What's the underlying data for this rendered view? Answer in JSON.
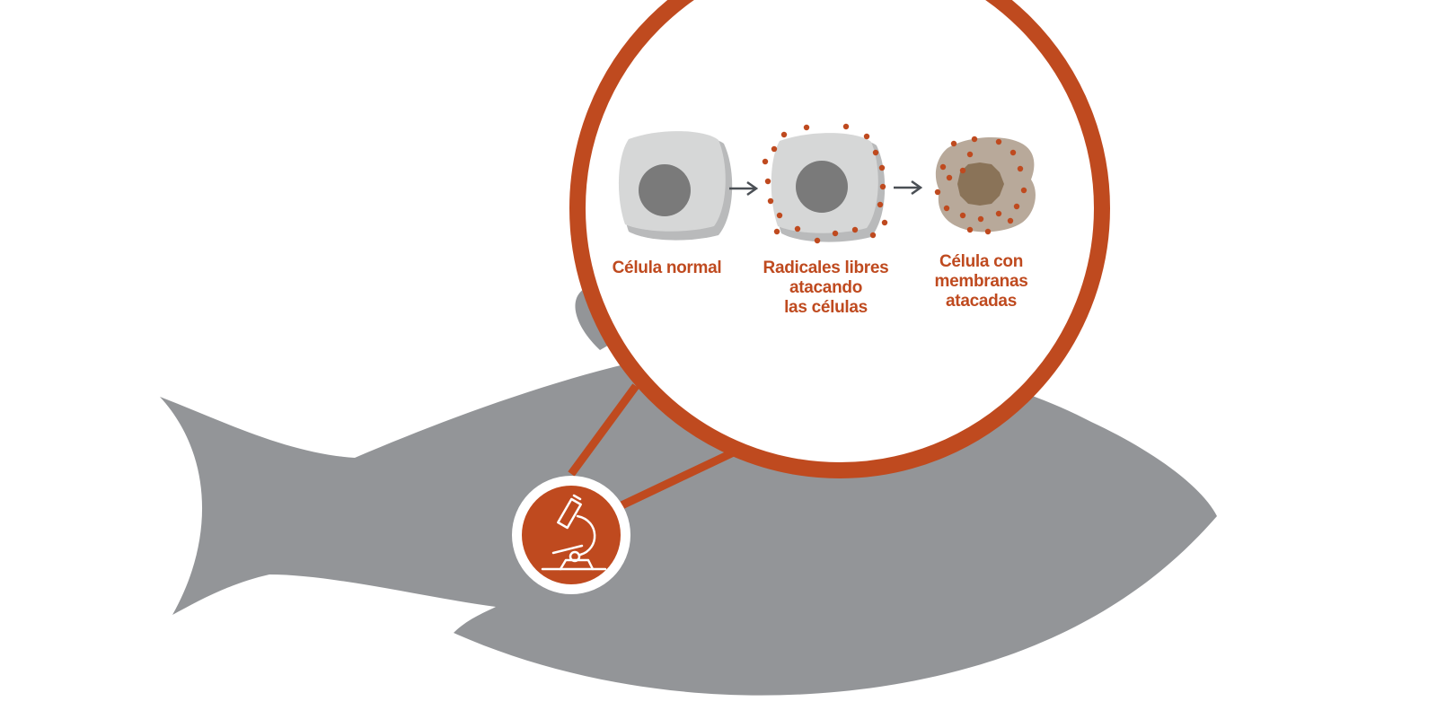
{
  "colors": {
    "accent": "#BF4A1F",
    "fish": "#939598",
    "fish_dark": "#8a8c8f",
    "cell_body": "#d6d7d7",
    "cell_shadow": "#b9babb",
    "nucleus": "#7a7a7a",
    "damaged_body": "#b8a99a",
    "damaged_nucleus": "#8a7358",
    "arrow": "#4a4f55"
  },
  "icon": "microscope-icon",
  "stages": [
    {
      "id": "normal",
      "lines": [
        "Célula normal"
      ]
    },
    {
      "id": "radicals",
      "lines": [
        "Radicales libres",
        "atacando",
        "las células"
      ]
    },
    {
      "id": "damaged",
      "lines": [
        "Célula con",
        "membranas",
        "atacadas"
      ]
    }
  ]
}
